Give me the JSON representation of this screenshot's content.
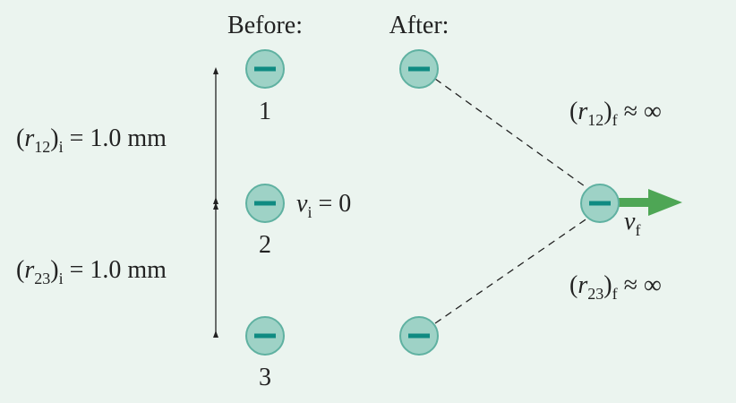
{
  "headings": {
    "before": "Before:",
    "after": "After:"
  },
  "charge_sign": "−",
  "before": {
    "charges": [
      {
        "label": "1"
      },
      {
        "label": "2"
      },
      {
        "label": "3"
      }
    ],
    "separations": [
      {
        "symbol": "r",
        "sub": "12",
        "paren_sub": "i",
        "value": "= 1.0 mm"
      },
      {
        "symbol": "r",
        "sub": "23",
        "paren_sub": "i",
        "value": "= 1.0 mm"
      }
    ],
    "velocity": {
      "symbol": "v",
      "sub": "i",
      "value": "= 0"
    }
  },
  "after": {
    "separations": [
      {
        "symbol": "r",
        "sub": "12",
        "paren_sub": "f",
        "value": "≈ ∞"
      },
      {
        "symbol": "r",
        "sub": "23",
        "paren_sub": "f",
        "value": "≈ ∞"
      }
    ],
    "velocity": {
      "symbol": "v",
      "sub": "f"
    }
  },
  "colors": {
    "background": "#ebf4ef",
    "charge_fill": "#9ed2c6",
    "charge_stroke": "#5fb1a1",
    "charge_sign": "#0f8b82",
    "arrow": "#4ea655",
    "line": "#222222"
  }
}
